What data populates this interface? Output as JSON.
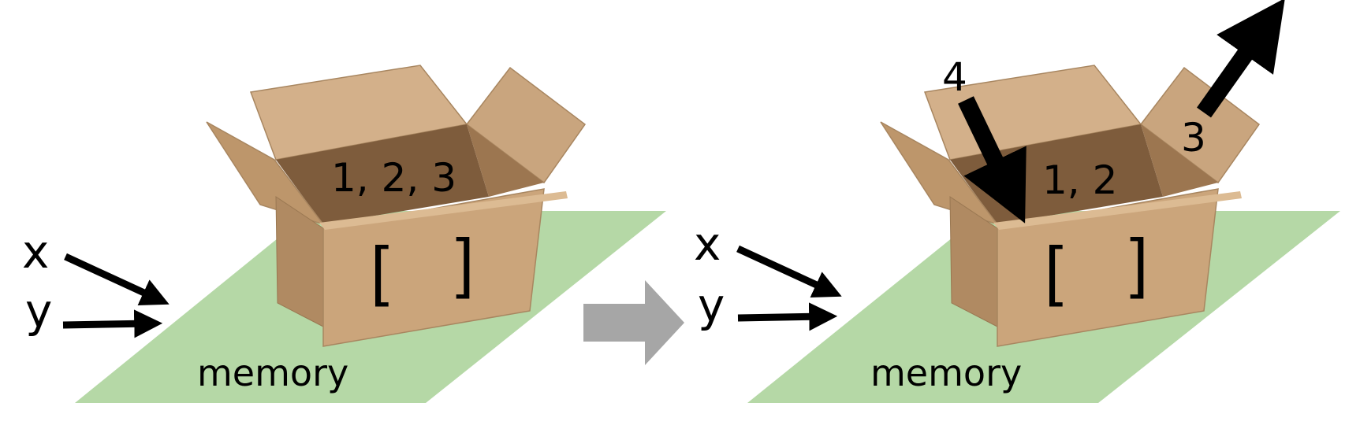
{
  "colors": {
    "memory_plane": "#b5d8a6",
    "box_light": "#cba57b",
    "box_mid": "#bd966b",
    "box_dark": "#8f6c48",
    "box_flap": "#d3b08a",
    "arrow": "#000000",
    "transition_arrow": "#a6a6a6"
  },
  "before": {
    "label_x": "x",
    "label_y": "y",
    "box_contents": "1, 2, 3",
    "box_label_open": "[",
    "box_label_close": "]",
    "memory_label": "memory"
  },
  "after": {
    "label_x": "x",
    "label_y": "y",
    "box_contents": "1, 2",
    "box_label_open": "[",
    "box_label_close": "]",
    "memory_label": "memory",
    "added_value": "4",
    "removed_value": "3"
  }
}
